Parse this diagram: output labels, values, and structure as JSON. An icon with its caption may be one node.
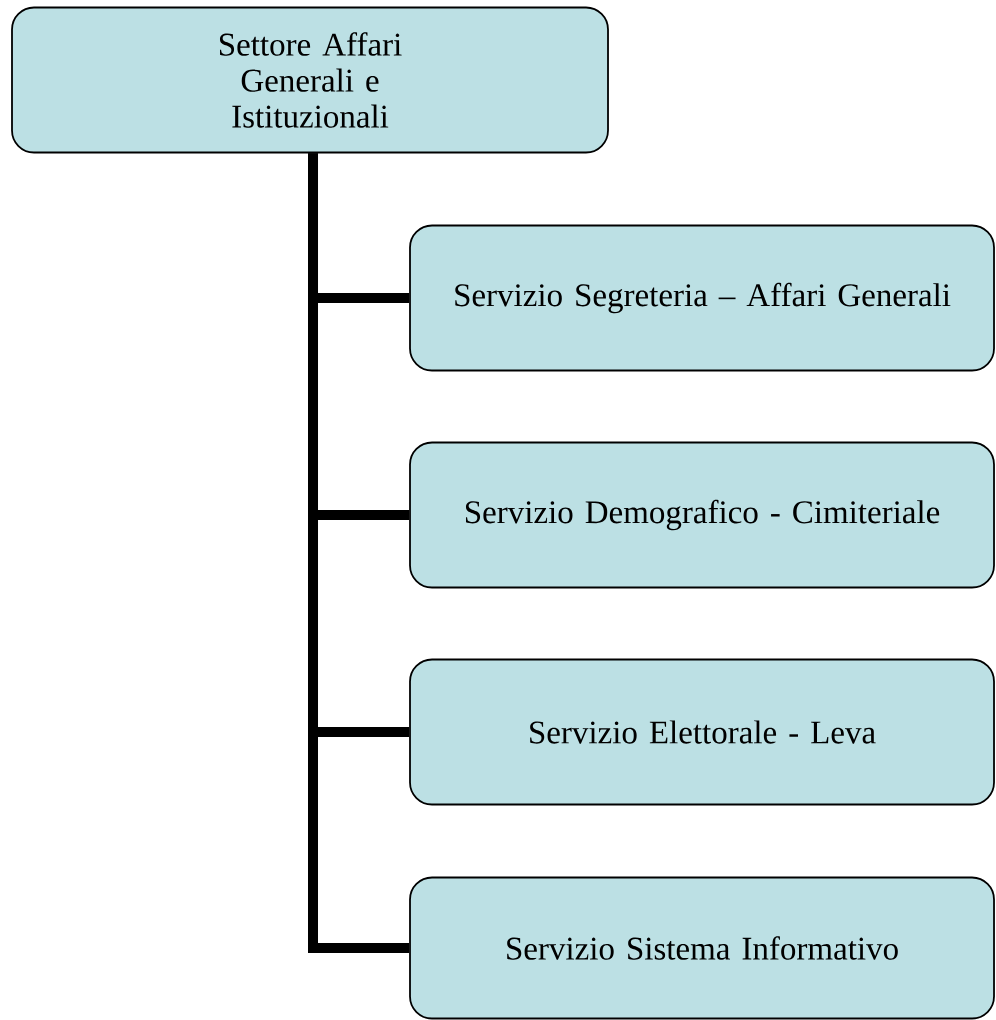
{
  "diagram": {
    "nodes": [
      {
        "text": [
          "Settore Affari Generali e Istituzionali"
        ]
      },
      {
        "text": [
          "Servizio Segreteria – Affari Generali"
        ]
      },
      {
        "text": [
          "Servizio Demografico - Cimiteriale"
        ]
      },
      {
        "text": [
          "Servizio Elettorale - Leva"
        ]
      },
      {
        "text": [
          "Servizio Sistema Informativo"
        ]
      }
    ],
    "edges": [
      {
        "from": 0,
        "to": 1,
        "arrow": "none"
      },
      {
        "from": 0,
        "to": 2,
        "arrow": "none"
      },
      {
        "from": 0,
        "to": 3,
        "arrow": "none"
      },
      {
        "from": 0,
        "to": 4,
        "arrow": "none"
      }
    ]
  }
}
